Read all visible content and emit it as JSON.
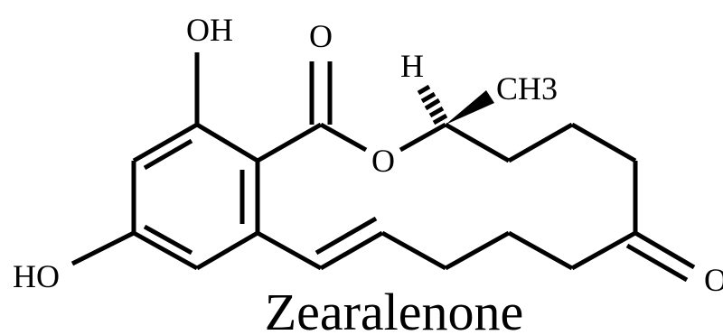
{
  "molecule": {
    "name": "Zearalenone",
    "labels": {
      "top_hydroxyl": "OH",
      "left_hydroxyl": "HO",
      "carbonyl_oxygen": "O",
      "ester_oxygen": "O",
      "hydrogen": "H",
      "methyl": "CH3",
      "ketone_oxygen": "O"
    }
  },
  "colors": {
    "ink": "#000000",
    "background": "#ffffff"
  }
}
